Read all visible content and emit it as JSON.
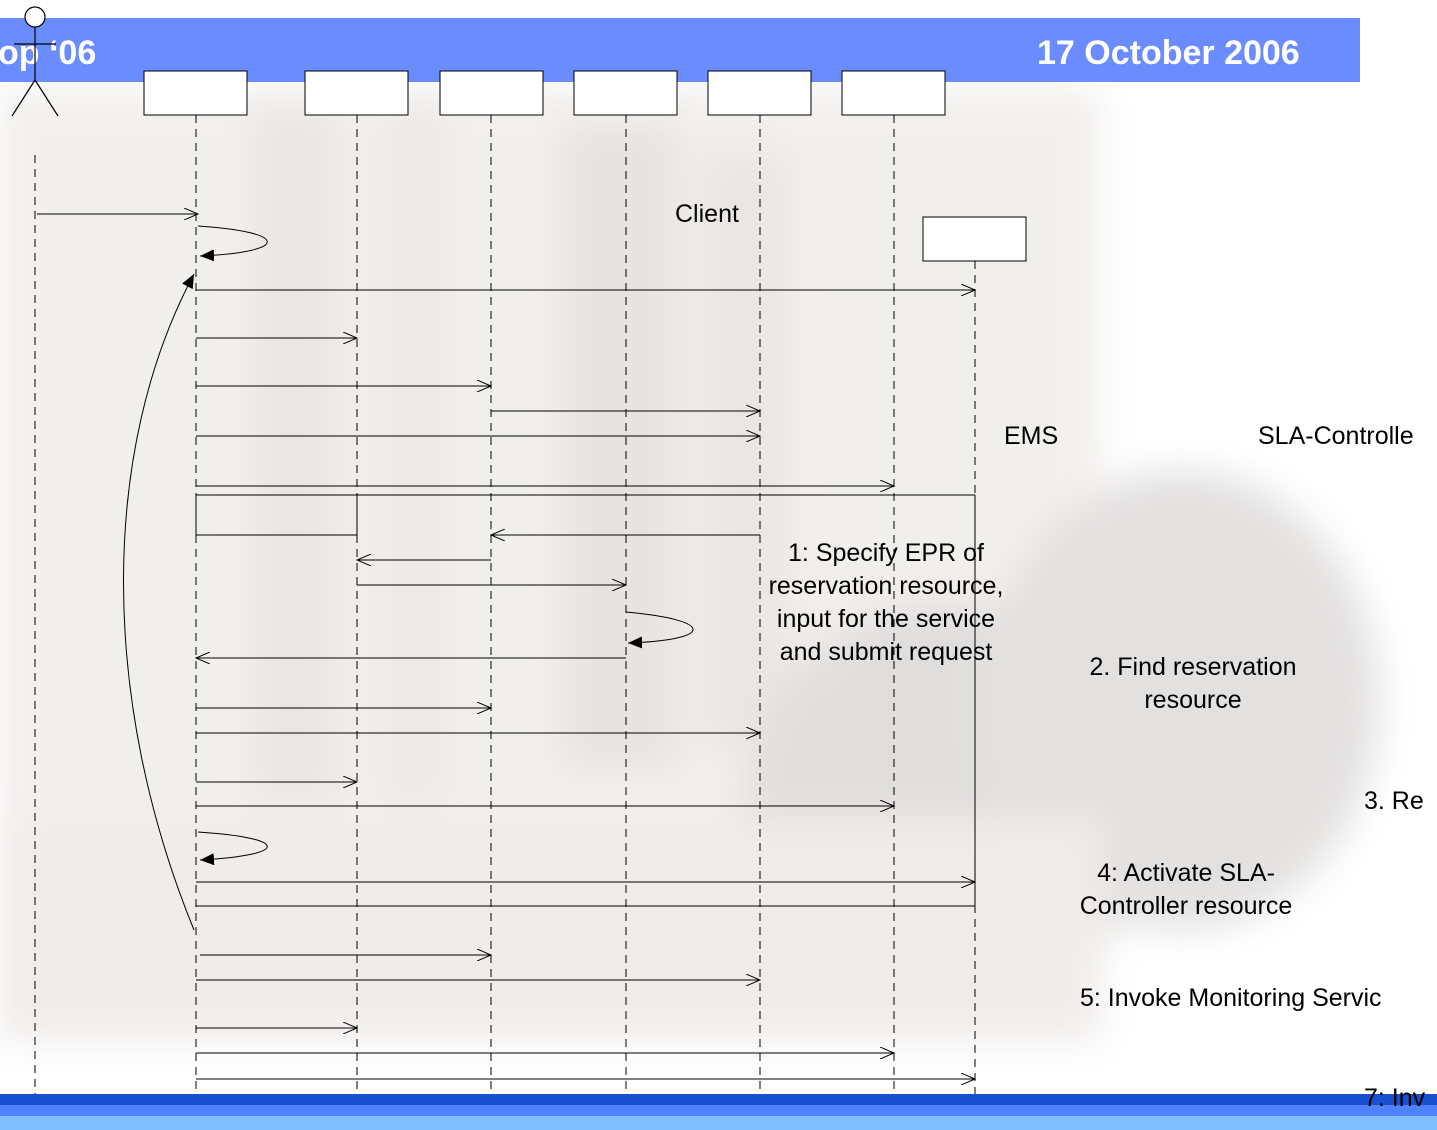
{
  "header": {
    "left_text": "op ‘06",
    "right_text": "17 October 2006"
  },
  "colors": {
    "header_bar": "#6b8cff",
    "bottom_bar_dark": "#1a4fd0",
    "bottom_bar_mid": "#4e82ff",
    "bottom_bar_light": "#7fbfff"
  },
  "labels": {
    "client": "Client",
    "ems": "EMS",
    "sla_controller": "SLA-Controlle",
    "step1": [
      "1: Specify EPR of",
      "reservation resource,",
      "input for the service",
      "and submit request"
    ],
    "step2": [
      "2. Find reservation",
      "resource"
    ],
    "step3": "3. Re",
    "step4": [
      "4: Activate SLA-",
      "Controller resource"
    ],
    "step5": "5: Invoke Monitoring Servic",
    "step7": "7: Inv"
  },
  "icons": {
    "actor": "stick-figure-actor-icon"
  }
}
